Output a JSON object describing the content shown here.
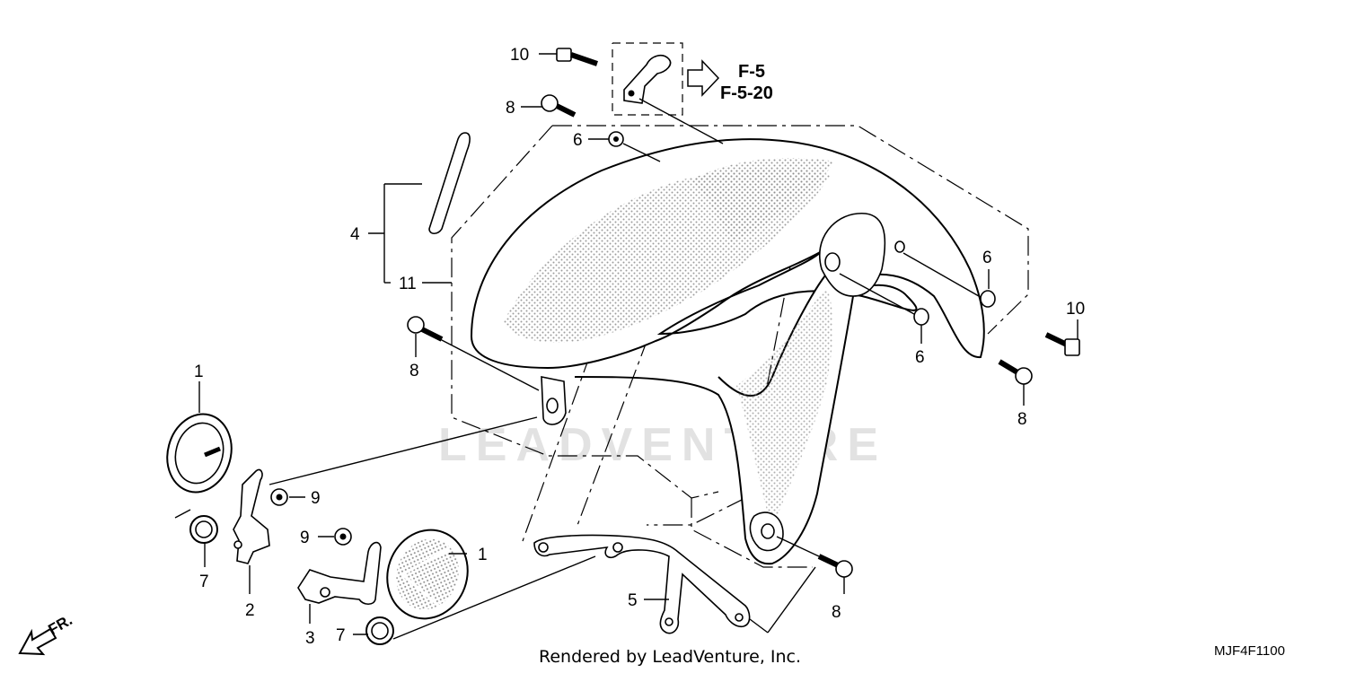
{
  "diagram": {
    "callouts": {
      "c1a": "1",
      "c1b": "1",
      "c2": "2",
      "c3": "3",
      "c4": "4",
      "c5": "5",
      "c6a": "6",
      "c6b": "6",
      "c6c": "6",
      "c7a": "7",
      "c7b": "7",
      "c8a": "8",
      "c8b": "8",
      "c8c": "8",
      "c8d": "8",
      "c9a": "9",
      "c9b": "9",
      "c10a": "10",
      "c10b": "10",
      "c11": "11"
    },
    "reference": {
      "line1": "F-5",
      "line2": "F-5-20"
    },
    "direction_label": "FR.",
    "watermark": "LEADVENTURE",
    "footer": "Rendered by LeadVenture, Inc.",
    "diagram_code": "MJF4F1100"
  }
}
